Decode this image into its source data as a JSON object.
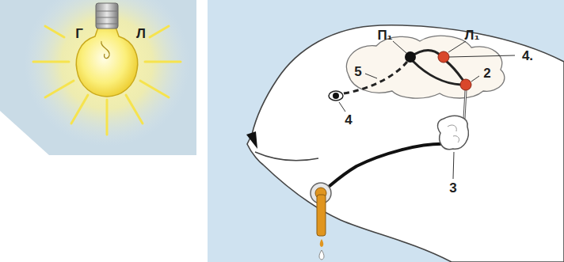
{
  "diagram": {
    "labels": [
      "Г",
      "Л",
      "П₁",
      "Л₁",
      "4.",
      "5",
      "2",
      "4",
      "3"
    ]
  }
}
